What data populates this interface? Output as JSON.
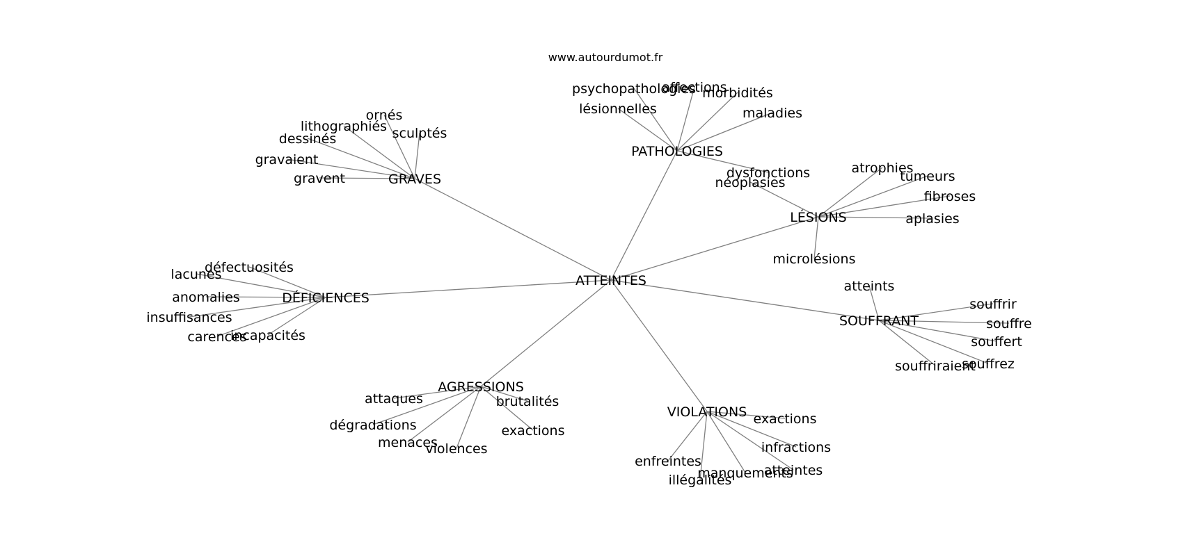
{
  "source": "www.autourdumot.fr",
  "center": "ATTEINTES",
  "groups": [
    {
      "hub": "GRAVES",
      "leaves": [
        "ornés",
        "lithographiés",
        "sculptés",
        "dessinés",
        "gravaient",
        "gravent"
      ]
    },
    {
      "hub": "PATHOLOGIES",
      "leaves": [
        "psychopathologies",
        "affections",
        "morbidités",
        "lésionnelles",
        "maladies",
        "dysfonctions"
      ]
    },
    {
      "hub": "LÉSIONS",
      "leaves": [
        "atrophies",
        "tumeurs",
        "néoplasies",
        "fibroses",
        "aplasies",
        "microlésions"
      ]
    },
    {
      "hub": "DÉFICIENCES",
      "leaves": [
        "défectuosités",
        "lacunes",
        "anomalies",
        "insuffisances",
        "incapacités",
        "carences"
      ]
    },
    {
      "hub": "SOUFFRANT",
      "leaves": [
        "atteints",
        "souffrir",
        "souffre",
        "souffert",
        "souffriraient",
        "souffrez"
      ]
    },
    {
      "hub": "AGRESSIONS",
      "leaves": [
        "attaques",
        "brutalités",
        "dégradations",
        "exactions",
        "menaces",
        "violences"
      ]
    },
    {
      "hub": "VIOLATIONS",
      "leaves": [
        "exactions",
        "infractions",
        "enfreintes",
        "atteintes",
        "manquements",
        "illégalités"
      ]
    }
  ]
}
